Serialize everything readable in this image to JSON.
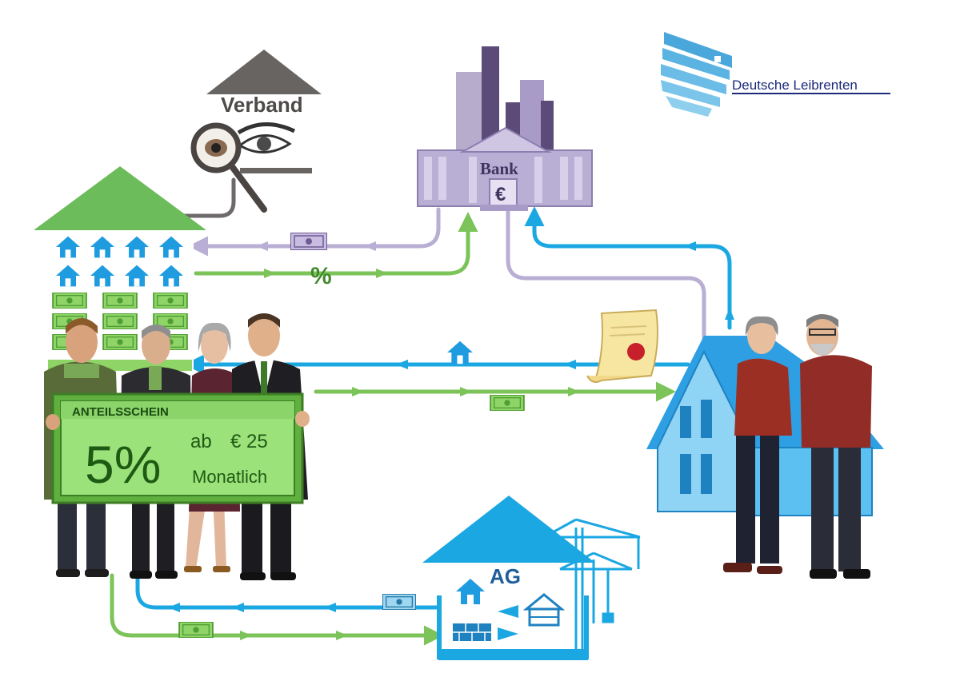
{
  "logo": {
    "text": "Deutsche Leibrenten",
    "color": "#1b2a7a"
  },
  "verband": {
    "label": "Verband"
  },
  "bank": {
    "label": "Bank",
    "symbol": "€"
  },
  "flow": {
    "percent_label": "%"
  },
  "certificate": {
    "title": "ANTEILSSCHEIN",
    "rate": "5%",
    "from_label": "ab",
    "amount": "€ 25",
    "period": "Monatlich"
  },
  "ag": {
    "label": "AG"
  },
  "colors": {
    "green": "#7cc35a",
    "blue": "#1aa7e2",
    "lavender": "#b9aed3",
    "house_green": "#6cbc5b",
    "house_blue": "#1f9ce0",
    "bank_purple": "#a99bc8",
    "bank_tower": "#5c4b78",
    "gray": "#6e6a6a"
  },
  "icons": [
    "eye-icon",
    "magnifier-icon",
    "house-icon",
    "banknote-icon",
    "scroll-icon",
    "crane-icon",
    "brick-wall-icon"
  ]
}
